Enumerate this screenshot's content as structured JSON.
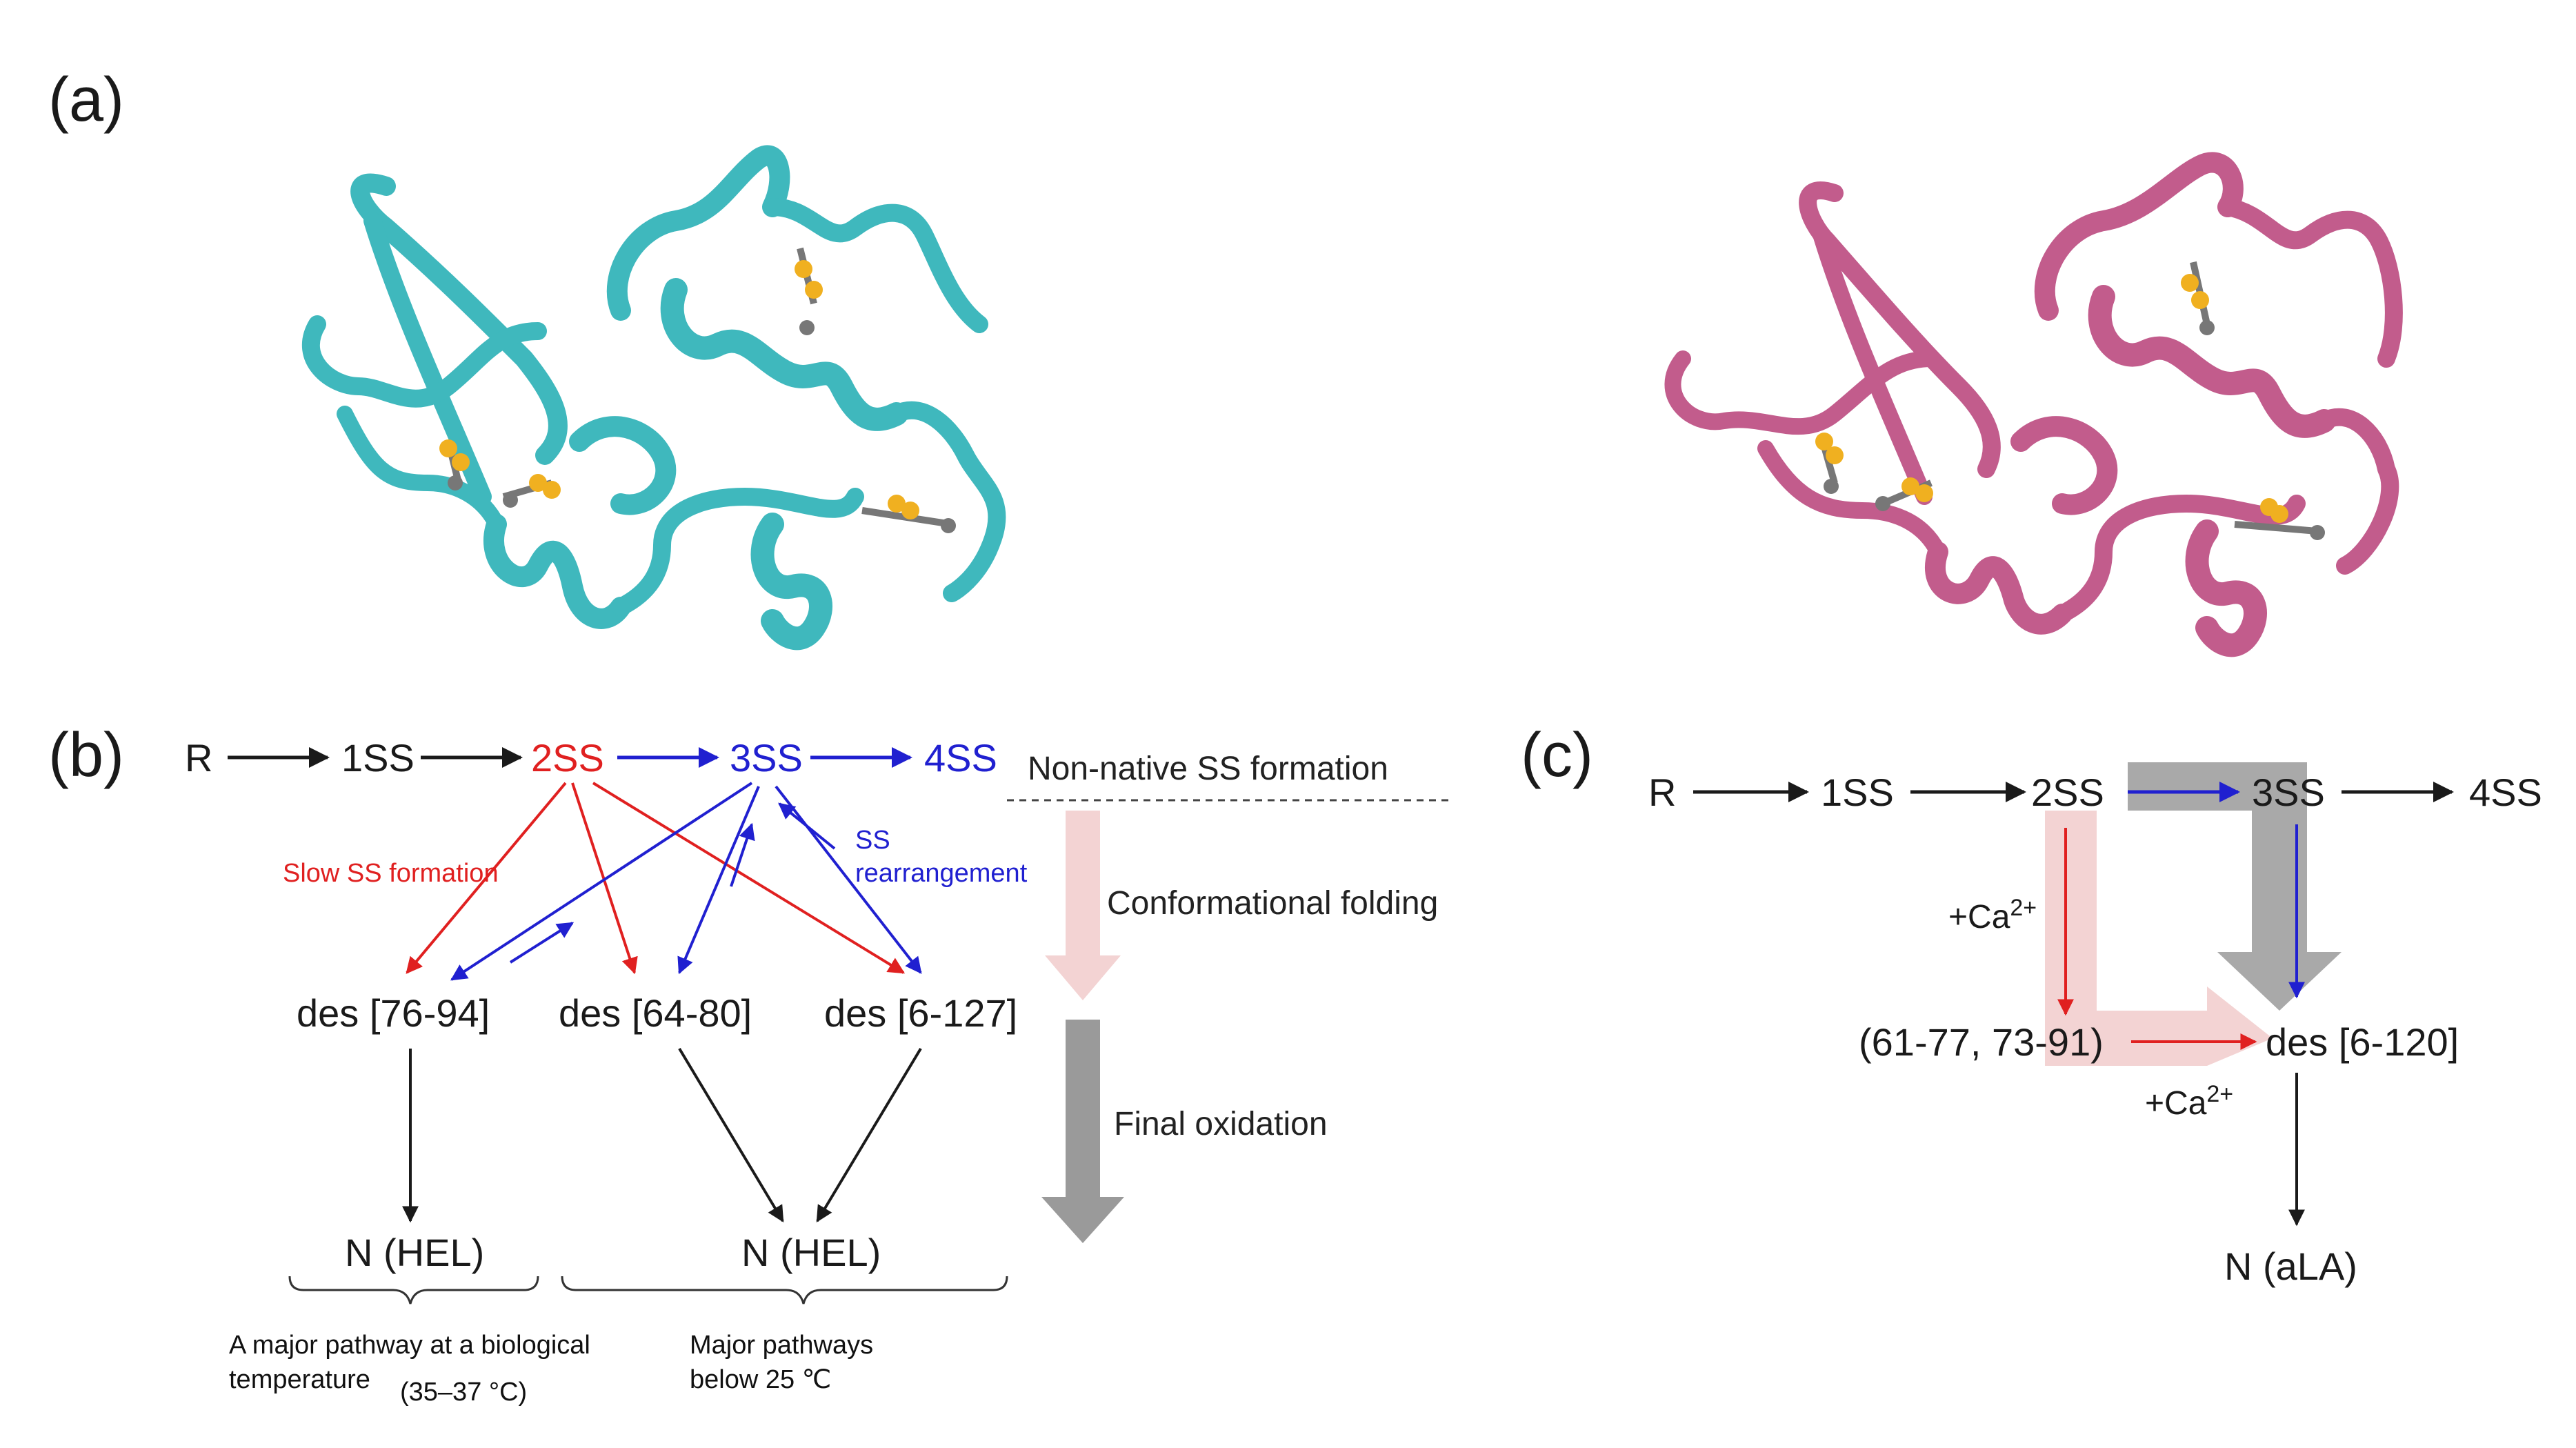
{
  "colors": {
    "red": "#e02020",
    "blue": "#2020d0",
    "black": "#1a1a1a",
    "teal_protein": "#3fb8bd",
    "pink_protein": "#c25c8c",
    "disulfide": "#f0b020",
    "pink_arrow": "#f3d3d3",
    "gray_arrow": "#9a9a9a"
  },
  "panel_a": {
    "label": "(a)",
    "structures": [
      "lysozyme-structure",
      "alpha-lactalbumin-structure"
    ]
  },
  "panel_b": {
    "label": "(b)",
    "nodes": {
      "R": "R",
      "1SS": "1SS",
      "2SS": "2SS",
      "3SS": "3SS",
      "4SS": "4SS",
      "des76_94": "des [76-94]",
      "des64_80": "des [64-80]",
      "des6_127": "des [6-127]",
      "N_left": "N (HEL)",
      "N_right": "N (HEL)"
    },
    "annotations": {
      "slow": "Slow SS formation",
      "rearr_1": "SS",
      "rearr_2": "rearrangement"
    },
    "side": {
      "nonnative": "Non-native SS formation",
      "conformational": "Conformational folding",
      "final": "Final oxidation"
    },
    "notes": {
      "left_1": "A major pathway at a biological",
      "left_2": "temperature",
      "left_3": "(35–37 °C)",
      "right_1": "Major pathways",
      "right_2": "below 25 ℃"
    }
  },
  "panel_c": {
    "label": "(c)",
    "nodes": {
      "R": "R",
      "1SS": "1SS",
      "2SS": "2SS",
      "3SS": "3SS",
      "4SS": "4SS",
      "intermediate": "(61-77, 73-91)",
      "des6_120": "des [6-120]",
      "N": "N (aLA)"
    },
    "ca_label": "+Ca",
    "ca_sup": "2+"
  }
}
